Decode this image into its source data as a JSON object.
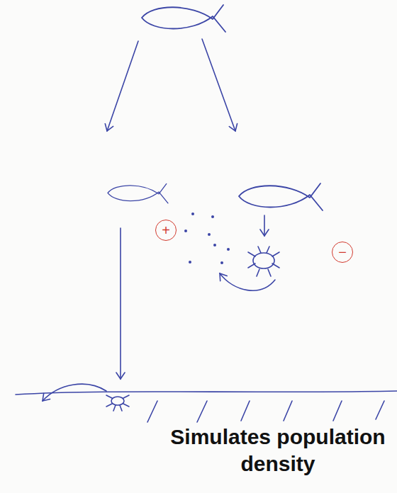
{
  "diagram": {
    "caption": "Simulates population density",
    "nodes": [
      {
        "text": [
          "+"
        ]
      },
      {
        "text": [
          "−"
        ]
      }
    ]
  }
}
